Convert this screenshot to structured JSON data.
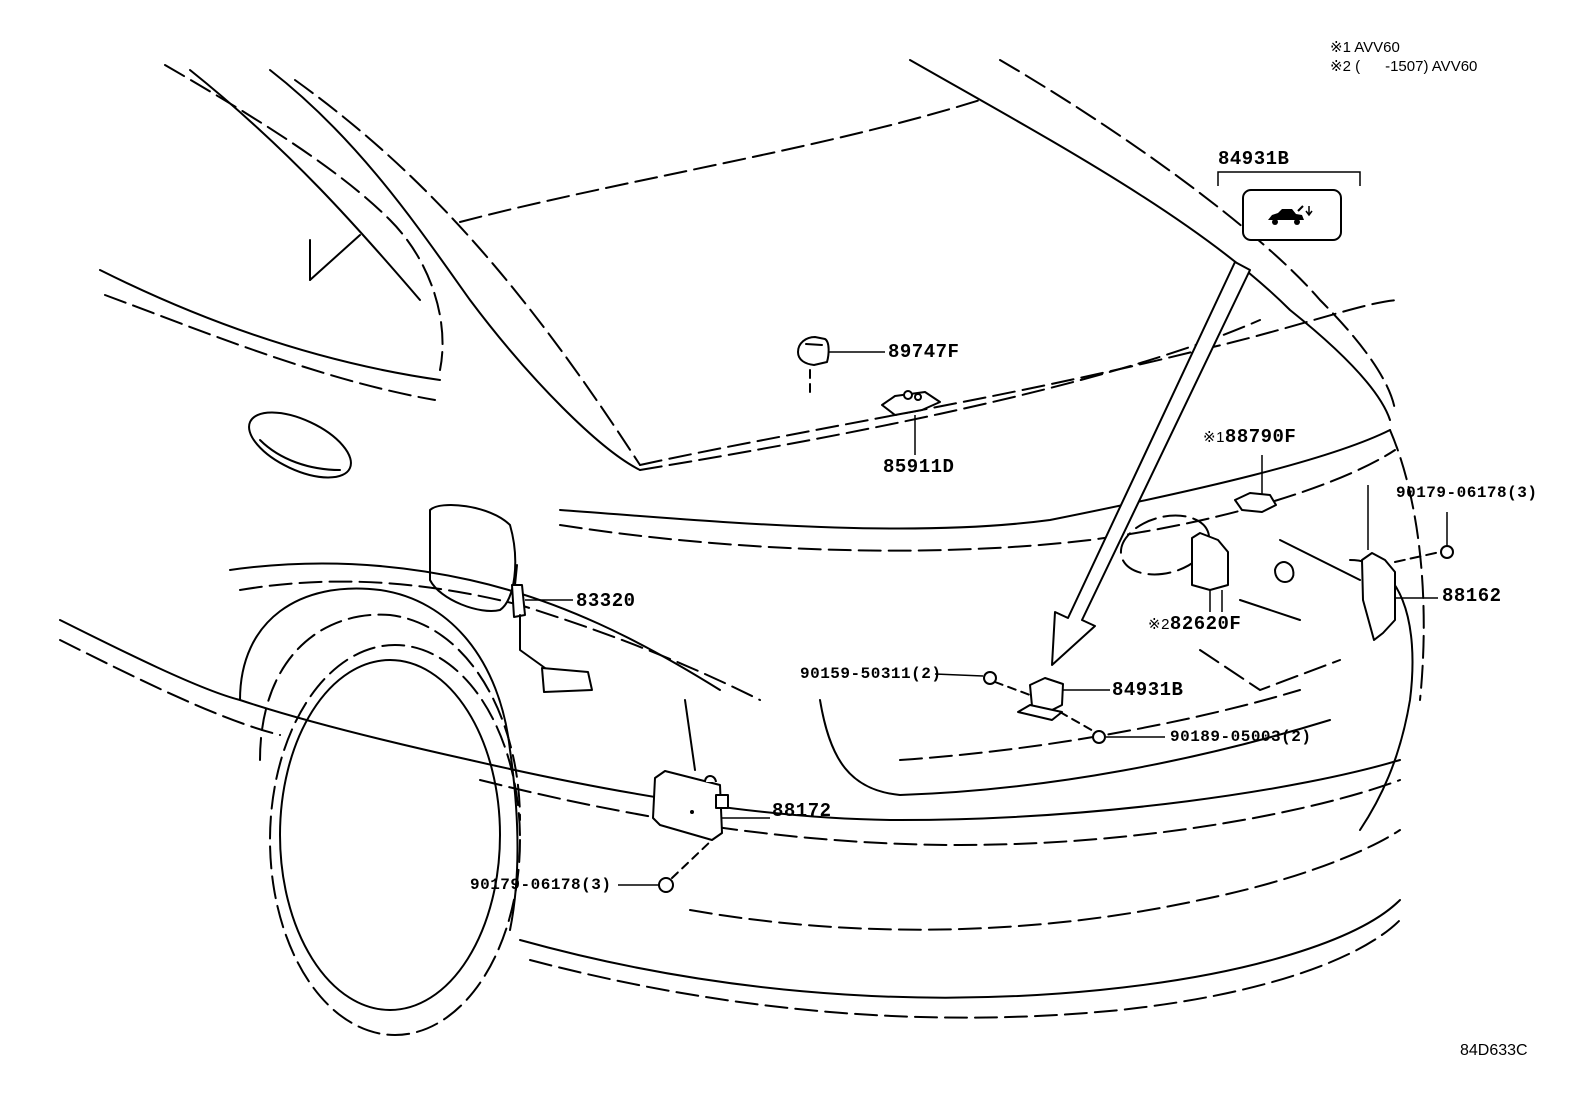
{
  "diagram": {
    "title": "Rear body electrical parts diagram",
    "illustration_code": "84D633C",
    "notes": [
      {
        "marker": "※1",
        "text": "AVV60"
      },
      {
        "marker": "※2",
        "text": "(      -1507) AVV60"
      }
    ],
    "callouts": [
      {
        "id": "84931B-box",
        "part_number": "84931B",
        "icon": "trunk-opener-switch-icon"
      },
      {
        "id": "89747F",
        "part_number": "89747F"
      },
      {
        "id": "85911D",
        "part_number": "85911D"
      },
      {
        "id": "88790F",
        "part_number": "88790F",
        "marker": "※1"
      },
      {
        "id": "90179-06178-right",
        "part_number": "90179-06178",
        "qty": "(3)"
      },
      {
        "id": "88162",
        "part_number": "88162"
      },
      {
        "id": "82620F",
        "part_number": "82620F",
        "marker": "※2"
      },
      {
        "id": "83320",
        "part_number": "83320"
      },
      {
        "id": "90159-50311",
        "part_number": "90159-50311",
        "qty": "(2)"
      },
      {
        "id": "84931B",
        "part_number": "84931B"
      },
      {
        "id": "90189-05003",
        "part_number": "90189-05003",
        "qty": "(2)"
      },
      {
        "id": "88172",
        "part_number": "88172"
      },
      {
        "id": "90179-06178-left",
        "part_number": "90179-06178",
        "qty": "(3)"
      }
    ]
  }
}
